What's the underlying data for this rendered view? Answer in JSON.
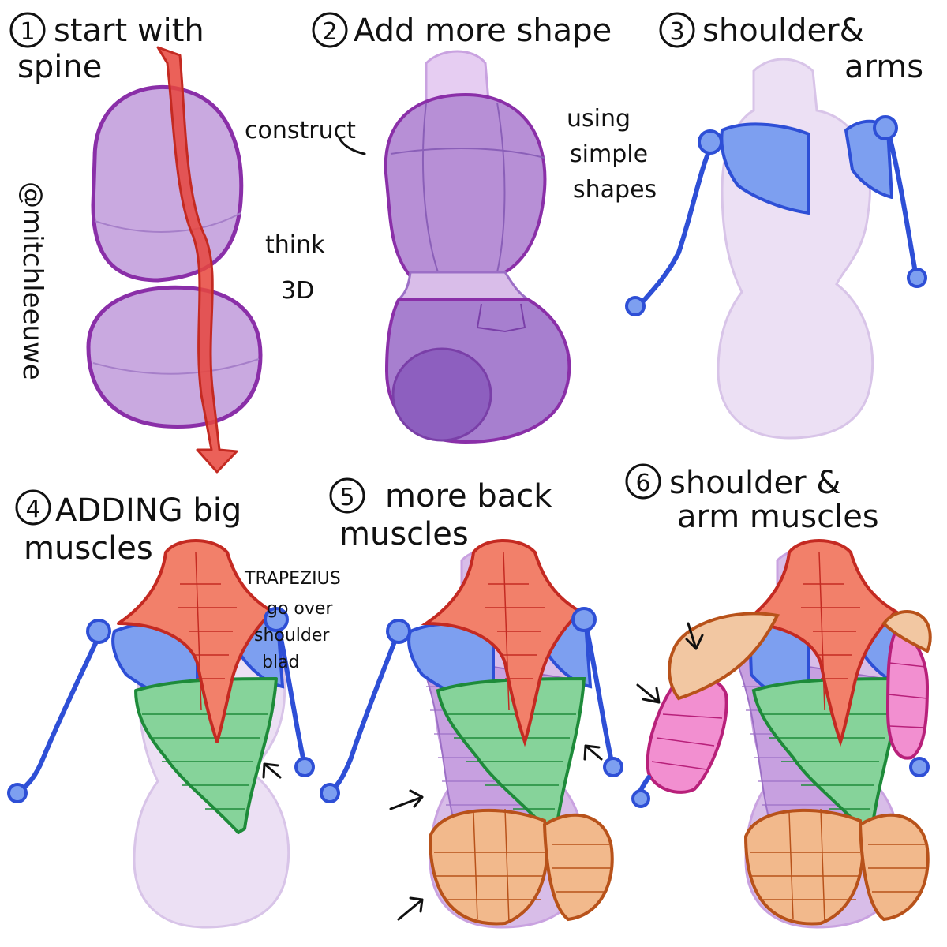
{
  "steps": [
    {
      "number": "1",
      "line1": "start with",
      "line2": "spine"
    },
    {
      "number": "2",
      "line1": "Add more shape",
      "line2": ""
    },
    {
      "number": "3",
      "line1": "shoulder&",
      "line2": "arms"
    },
    {
      "number": "4",
      "line1": "ADDING big",
      "line2": "muscles"
    },
    {
      "number": "5",
      "line1": "more back",
      "line2": "muscles"
    },
    {
      "number": "6",
      "line1": "shoulder &",
      "line2": "arm muscles"
    }
  ],
  "notes": {
    "think_3d_1": "think",
    "think_3d_2": "3D",
    "construct": "construct",
    "simple_1": "using",
    "simple_2": "simple",
    "simple_3": "shapes",
    "trap_1": "TRAPEZIUS",
    "trap_2": "go over",
    "trap_3": "shoulder",
    "trap_4": "blad"
  },
  "watermark": "@mitchleeuwe",
  "colors": {
    "spine": "#e8453c",
    "torso": "#9c6fc6",
    "torso_outline": "#8a2fa8",
    "faded": "#e3d2ee",
    "shoulder_blade": "#7d9ff0",
    "arm_bone": "#2e4fd6",
    "trapezius": "#f2806a",
    "lats": "#86d39a",
    "glutes": "#f2b98c",
    "arm_muscle": "#f28fd0"
  }
}
